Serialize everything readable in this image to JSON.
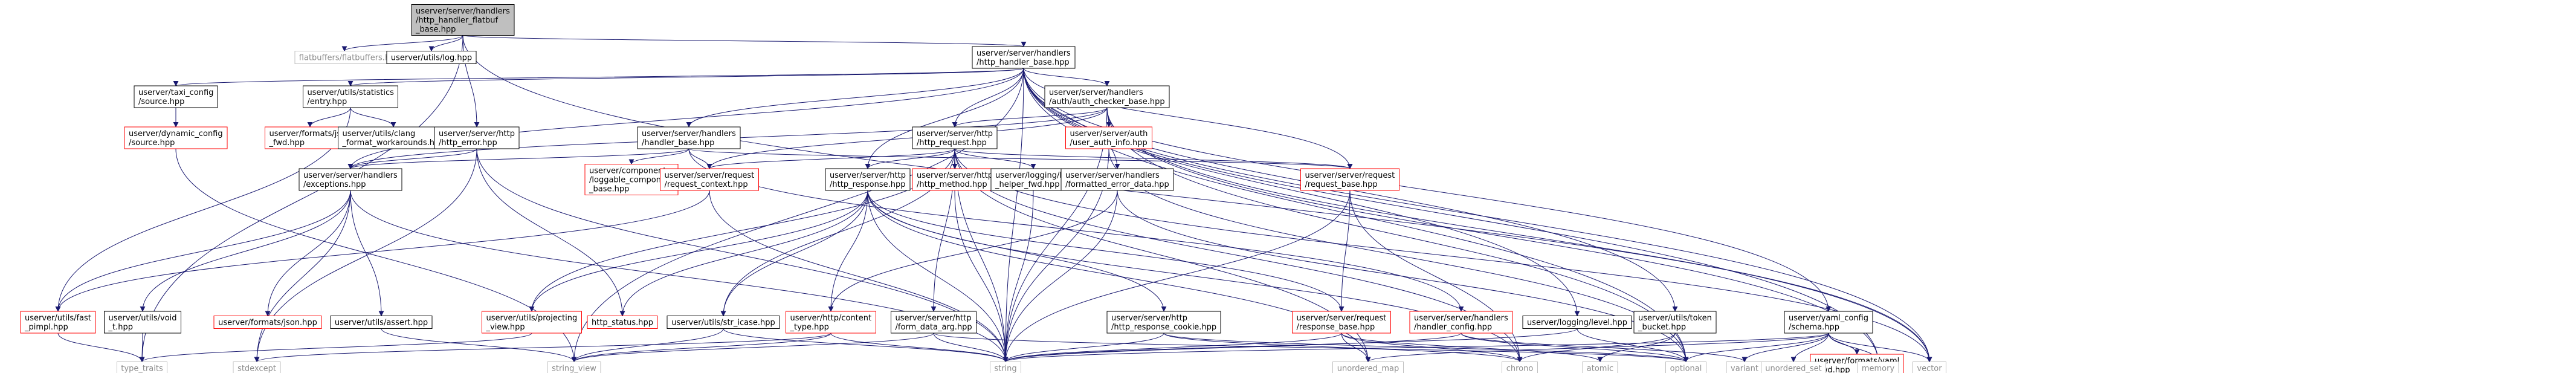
{
  "colors": {
    "edge": "#191970",
    "border_linked": "#000000",
    "border_nodoc": "#ff0000",
    "border_external": "#bfbfbf",
    "root_fill": "#bfbfbf",
    "text_external": "#8c8c8c",
    "text": "#000000"
  },
  "nodes": [
    {
      "id": "root",
      "kind": "root",
      "lines": [
        "userver/server/handlers",
        "/http_handler_flatbuf",
        "_base.hpp"
      ]
    },
    {
      "id": "flatbuffers",
      "kind": "external",
      "lines": [
        "flatbuffers/flatbuffers.h"
      ]
    },
    {
      "id": "log_hpp",
      "kind": "linked",
      "lines": [
        "userver/utils/log.hpp"
      ]
    },
    {
      "id": "http_handler_base",
      "kind": "linked",
      "lines": [
        "userver/server/handlers",
        "/http_handler_base.hpp"
      ]
    },
    {
      "id": "taxi_config_source",
      "kind": "linked",
      "lines": [
        "userver/taxi_config",
        "/source.hpp"
      ]
    },
    {
      "id": "dynamic_config_source",
      "kind": "nodoc",
      "lines": [
        "userver/dynamic_config",
        "/source.hpp"
      ]
    },
    {
      "id": "statistics_entry",
      "kind": "linked",
      "lines": [
        "userver/utils/statistics",
        "/entry.hpp"
      ]
    },
    {
      "id": "formats_json_fwd",
      "kind": "nodoc",
      "lines": [
        "userver/formats/json",
        "_fwd.hpp"
      ]
    },
    {
      "id": "clang_workarounds",
      "kind": "linked",
      "lines": [
        "userver/utils/clang",
        "_format_workarounds.hpp"
      ]
    },
    {
      "id": "http_error",
      "kind": "linked",
      "lines": [
        "userver/server/http",
        "/http_error.hpp"
      ]
    },
    {
      "id": "auth_checker_base",
      "kind": "linked",
      "lines": [
        "userver/server/handlers",
        "/auth/auth_checker_base.hpp"
      ]
    },
    {
      "id": "handler_base",
      "kind": "linked",
      "lines": [
        "userver/server/handlers",
        "/handler_base.hpp"
      ]
    },
    {
      "id": "http_request",
      "kind": "linked",
      "lines": [
        "userver/server/http",
        "/http_request.hpp"
      ]
    },
    {
      "id": "user_auth_info",
      "kind": "nodoc",
      "lines": [
        "userver/server/auth",
        "/user_auth_info.hpp"
      ]
    },
    {
      "id": "request_base",
      "kind": "nodoc",
      "lines": [
        "userver/server/request",
        "/request_base.hpp"
      ]
    },
    {
      "id": "exceptions",
      "kind": "linked",
      "lines": [
        "userver/server/handlers",
        "/exceptions.hpp"
      ]
    },
    {
      "id": "loggable_component",
      "kind": "nodoc",
      "lines": [
        "userver/components",
        "/loggable_component",
        "_base.hpp"
      ]
    },
    {
      "id": "request_context",
      "kind": "nodoc",
      "lines": [
        "userver/server/request",
        "/request_context.hpp"
      ]
    },
    {
      "id": "http_response",
      "kind": "linked",
      "lines": [
        "userver/server/http",
        "/http_response.hpp"
      ]
    },
    {
      "id": "http_method",
      "kind": "nodoc",
      "lines": [
        "userver/server/http",
        "/http_method.hpp"
      ]
    },
    {
      "id": "log_helper_fwd",
      "kind": "linked",
      "lines": [
        "userver/logging/log",
        "_helper_fwd.hpp"
      ]
    },
    {
      "id": "formatted_error_data",
      "kind": "linked",
      "lines": [
        "userver/server/handlers",
        "/formatted_error_data.hpp"
      ]
    },
    {
      "id": "logging_level",
      "kind": "linked",
      "lines": [
        "userver/logging/level.hpp"
      ]
    },
    {
      "id": "token_bucket",
      "kind": "linked",
      "lines": [
        "userver/utils/token",
        "_bucket.hpp"
      ]
    },
    {
      "id": "yaml_config_schema",
      "kind": "linked",
      "lines": [
        "userver/yaml_config",
        "/schema.hpp"
      ]
    },
    {
      "id": "fast_pimpl",
      "kind": "nodoc",
      "lines": [
        "userver/utils/fast",
        "_pimpl.hpp"
      ]
    },
    {
      "id": "utils_void_t",
      "kind": "linked",
      "lines": [
        "userver/utils/void",
        "_t.hpp"
      ]
    },
    {
      "id": "formats_json",
      "kind": "nodoc",
      "lines": [
        "userver/formats/json.hpp"
      ]
    },
    {
      "id": "utils_assert",
      "kind": "linked",
      "lines": [
        "userver/utils/assert.hpp"
      ]
    },
    {
      "id": "projecting_view",
      "kind": "nodoc",
      "lines": [
        "userver/utils/projecting",
        "_view.hpp"
      ]
    },
    {
      "id": "http_status",
      "kind": "nodoc",
      "lines": [
        "http_status.hpp"
      ]
    },
    {
      "id": "str_icase",
      "kind": "linked",
      "lines": [
        "userver/utils/str_icase.hpp"
      ]
    },
    {
      "id": "content_type",
      "kind": "nodoc",
      "lines": [
        "userver/http/content",
        "_type.hpp"
      ]
    },
    {
      "id": "form_data_arg",
      "kind": "linked",
      "lines": [
        "userver/server/http",
        "/form_data_arg.hpp"
      ]
    },
    {
      "id": "response_cookie",
      "kind": "linked",
      "lines": [
        "userver/server/http",
        "/http_response_cookie.hpp"
      ]
    },
    {
      "id": "response_base",
      "kind": "nodoc",
      "lines": [
        "userver/server/request",
        "/response_base.hpp"
      ]
    },
    {
      "id": "handler_config",
      "kind": "nodoc",
      "lines": [
        "userver/server/handlers",
        "/handler_config.hpp"
      ]
    },
    {
      "id": "yaml_fwd",
      "kind": "nodoc",
      "lines": [
        "userver/formats/yaml",
        "_fwd.hpp"
      ]
    },
    {
      "id": "type_traits",
      "kind": "external",
      "lines": [
        "type_traits"
      ]
    },
    {
      "id": "stdexcept",
      "kind": "external",
      "lines": [
        "stdexcept"
      ]
    },
    {
      "id": "string_view",
      "kind": "external",
      "lines": [
        "string_view"
      ]
    },
    {
      "id": "string",
      "kind": "external",
      "lines": [
        "string"
      ]
    },
    {
      "id": "unordered_map",
      "kind": "external",
      "lines": [
        "unordered_map"
      ]
    },
    {
      "id": "chrono",
      "kind": "external",
      "lines": [
        "chrono"
      ]
    },
    {
      "id": "atomic",
      "kind": "external",
      "lines": [
        "atomic"
      ]
    },
    {
      "id": "optional",
      "kind": "external",
      "lines": [
        "optional"
      ]
    },
    {
      "id": "variant",
      "kind": "external",
      "lines": [
        "variant"
      ]
    },
    {
      "id": "unordered_set",
      "kind": "external",
      "lines": [
        "unordered_set"
      ]
    },
    {
      "id": "memory",
      "kind": "external",
      "lines": [
        "memory"
      ]
    },
    {
      "id": "vector",
      "kind": "external",
      "lines": [
        "vector"
      ]
    }
  ],
  "edges": [
    [
      "root",
      "flatbuffers"
    ],
    [
      "root",
      "log_hpp"
    ],
    [
      "root",
      "http_handler_base"
    ],
    [
      "root",
      "http_error"
    ],
    [
      "root",
      "type_traits"
    ],
    [
      "root",
      "vector"
    ],
    [
      "http_handler_base",
      "taxi_config_source"
    ],
    [
      "http_handler_base",
      "statistics_entry"
    ],
    [
      "http_handler_base",
      "exceptions"
    ],
    [
      "http_handler_base",
      "handler_base"
    ],
    [
      "http_handler_base",
      "auth_checker_base"
    ],
    [
      "http_handler_base",
      "http_request"
    ],
    [
      "http_handler_base",
      "http_response"
    ],
    [
      "http_handler_base",
      "formatted_error_data"
    ],
    [
      "http_handler_base",
      "request_base"
    ],
    [
      "http_handler_base",
      "logging_level"
    ],
    [
      "http_handler_base",
      "token_bucket"
    ],
    [
      "http_handler_base",
      "yaml_config_schema"
    ],
    [
      "http_handler_base",
      "optional"
    ],
    [
      "http_handler_base",
      "memory"
    ],
    [
      "http_handler_base",
      "vector"
    ],
    [
      "http_handler_base",
      "string_view"
    ],
    [
      "http_handler_base",
      "string"
    ],
    [
      "taxi_config_source",
      "dynamic_config_source"
    ],
    [
      "dynamic_config_source",
      "string_view"
    ],
    [
      "statistics_entry",
      "formats_json_fwd"
    ],
    [
      "statistics_entry",
      "clang_workarounds"
    ],
    [
      "statistics_entry",
      "fast_pimpl"
    ],
    [
      "http_error",
      "exceptions"
    ],
    [
      "http_error",
      "http_status"
    ],
    [
      "http_error",
      "string"
    ],
    [
      "http_error",
      "stdexcept"
    ],
    [
      "auth_checker_base",
      "http_request"
    ],
    [
      "auth_checker_base",
      "user_auth_info"
    ],
    [
      "auth_checker_base",
      "request_context"
    ],
    [
      "auth_checker_base",
      "exceptions"
    ],
    [
      "auth_checker_base",
      "string"
    ],
    [
      "auth_checker_base",
      "optional"
    ],
    [
      "auth_checker_base",
      "memory"
    ],
    [
      "auth_checker_base",
      "vector"
    ],
    [
      "handler_base",
      "exceptions"
    ],
    [
      "handler_base",
      "loggable_component"
    ],
    [
      "handler_base",
      "request_context"
    ],
    [
      "handler_base",
      "request_base"
    ],
    [
      "handler_base",
      "handler_config"
    ],
    [
      "http_request",
      "request_context"
    ],
    [
      "http_request",
      "http_response"
    ],
    [
      "http_request",
      "http_method"
    ],
    [
      "http_request",
      "log_helper_fwd"
    ],
    [
      "http_request",
      "form_data_arg"
    ],
    [
      "http_request",
      "request_base"
    ],
    [
      "http_request",
      "projecting_view"
    ],
    [
      "http_request",
      "str_icase"
    ],
    [
      "http_request",
      "string"
    ],
    [
      "http_request",
      "chrono"
    ],
    [
      "http_request",
      "unordered_map"
    ],
    [
      "http_request",
      "vector"
    ],
    [
      "user_auth_info",
      "string"
    ],
    [
      "user_auth_info",
      "optional"
    ],
    [
      "request_base",
      "response_base"
    ],
    [
      "request_base",
      "chrono"
    ],
    [
      "request_base",
      "string"
    ],
    [
      "exceptions",
      "fast_pimpl"
    ],
    [
      "exceptions",
      "utils_void_t"
    ],
    [
      "exceptions",
      "formats_json"
    ],
    [
      "exceptions",
      "utils_assert"
    ],
    [
      "exceptions",
      "string"
    ],
    [
      "exceptions",
      "stdexcept"
    ],
    [
      "request_context",
      "fast_pimpl"
    ],
    [
      "request_context",
      "string"
    ],
    [
      "http_response",
      "http_status"
    ],
    [
      "http_response",
      "content_type"
    ],
    [
      "http_response",
      "response_cookie"
    ],
    [
      "http_response",
      "response_base"
    ],
    [
      "http_response",
      "str_icase"
    ],
    [
      "http_response",
      "projecting_view"
    ],
    [
      "http_response",
      "string"
    ],
    [
      "http_response",
      "unordered_map"
    ],
    [
      "http_response",
      "chrono"
    ],
    [
      "http_method",
      "string"
    ],
    [
      "log_helper_fwd",
      "string"
    ],
    [
      "formatted_error_data",
      "content_type"
    ],
    [
      "formatted_error_data",
      "string"
    ],
    [
      "formatted_error_data",
      "optional"
    ],
    [
      "logging_level",
      "string"
    ],
    [
      "logging_level",
      "optional"
    ],
    [
      "token_bucket",
      "atomic"
    ],
    [
      "token_bucket",
      "chrono"
    ],
    [
      "yaml_config_schema",
      "yaml_fwd"
    ],
    [
      "yaml_config_schema",
      "optional"
    ],
    [
      "yaml_config_schema",
      "variant"
    ],
    [
      "yaml_config_schema",
      "unordered_set"
    ],
    [
      "yaml_config_schema",
      "unordered_map"
    ],
    [
      "yaml_config_schema",
      "memory"
    ],
    [
      "yaml_config_schema",
      "vector"
    ],
    [
      "yaml_config_schema",
      "string"
    ],
    [
      "fast_pimpl",
      "type_traits"
    ],
    [
      "utils_void_t",
      "type_traits"
    ],
    [
      "utils_assert",
      "string_view"
    ],
    [
      "projecting_view",
      "type_traits"
    ],
    [
      "str_icase",
      "string"
    ],
    [
      "str_icase",
      "string_view"
    ],
    [
      "content_type",
      "string_view"
    ],
    [
      "content_type",
      "string"
    ],
    [
      "content_type",
      "stdexcept"
    ],
    [
      "form_data_arg",
      "string"
    ],
    [
      "form_data_arg",
      "string_view"
    ],
    [
      "form_data_arg",
      "optional"
    ],
    [
      "response_cookie",
      "chrono"
    ],
    [
      "response_cookie",
      "string"
    ],
    [
      "response_cookie",
      "optional"
    ],
    [
      "response_base",
      "chrono"
    ],
    [
      "response_base",
      "atomic"
    ],
    [
      "response_base",
      "unordered_map"
    ],
    [
      "response_base",
      "string"
    ],
    [
      "handler_config",
      "optional"
    ],
    [
      "handler_config",
      "variant"
    ],
    [
      "handler_config",
      "string"
    ]
  ]
}
